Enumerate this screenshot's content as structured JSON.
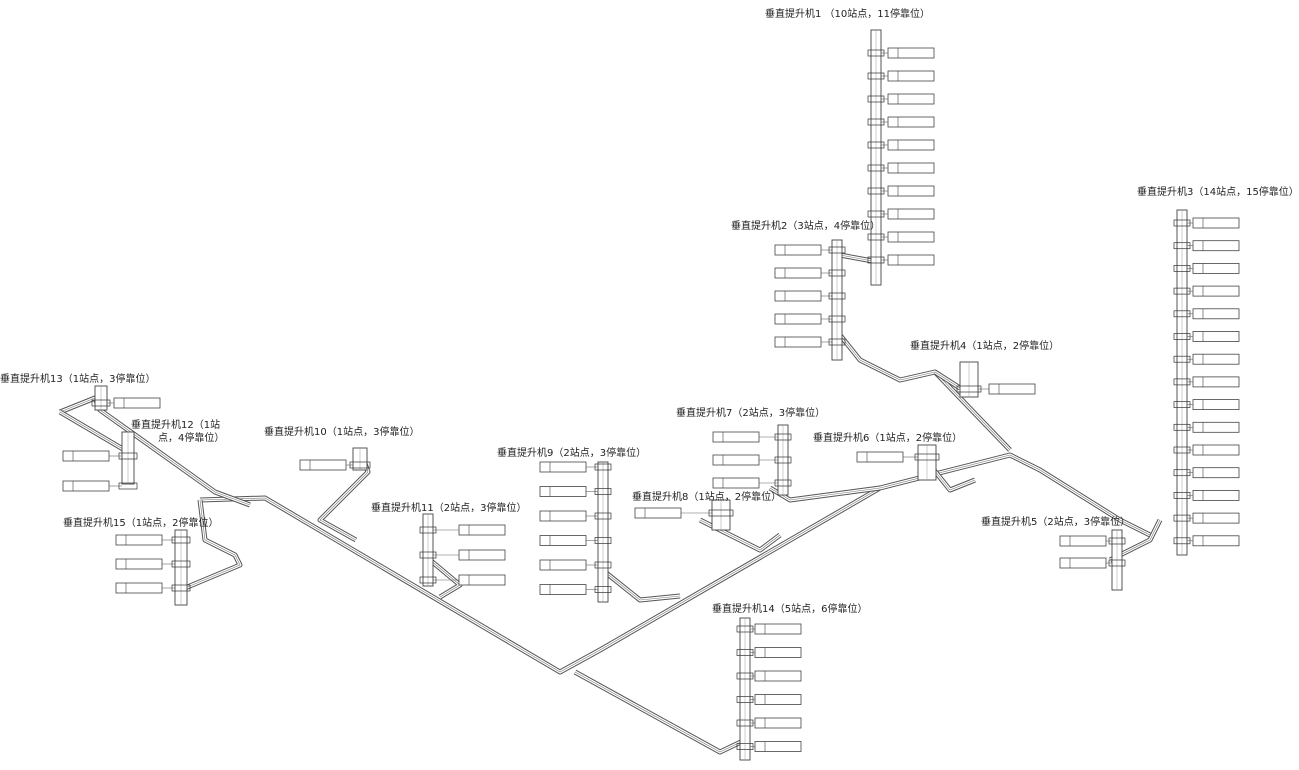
{
  "lifts": [
    {
      "id": "lift-1",
      "label": "垂直提升机1 （10站点，11停靠位）",
      "stops": 10
    },
    {
      "id": "lift-2",
      "label": "垂直提升机2（3站点，4停靠位）",
      "stops": 5
    },
    {
      "id": "lift-3",
      "label": "垂直提升机3（14站点，15停靠位）",
      "stops": 15
    },
    {
      "id": "lift-4",
      "label": "垂直提升机4（1站点，2停靠位）",
      "stops": 1
    },
    {
      "id": "lift-5",
      "label": "垂直提升机5（2站点，3停靠位）",
      "stops": 2
    },
    {
      "id": "lift-6",
      "label": "垂直提升机6（1站点，2停靠位）",
      "stops": 1
    },
    {
      "id": "lift-7",
      "label": "垂直提升机7（2站点，3停靠位）",
      "stops": 3
    },
    {
      "id": "lift-8",
      "label": "垂直提升机8（1站点，2停靠位）",
      "stops": 1
    },
    {
      "id": "lift-9",
      "label": "垂直提升机9（2站点，3停靠位）",
      "stops": 6
    },
    {
      "id": "lift-10",
      "label": "垂直提升机10（1站点，3停靠位）",
      "stops": 1
    },
    {
      "id": "lift-11",
      "label": "垂直提升机11（2站点，3停靠位）",
      "stops": 3
    },
    {
      "id": "lift-12",
      "label": "垂直提升机12（1站",
      "label2": "点，4停靠位）",
      "stops": 2
    },
    {
      "id": "lift-13",
      "label": "垂直提升机13（1站点，3停靠位）",
      "stops": 1
    },
    {
      "id": "lift-14",
      "label": "垂直提升机14（5站点，6停靠位）",
      "stops": 6
    },
    {
      "id": "lift-15",
      "label": "垂直提升机15（1站点，2停靠位）",
      "stops": 3
    }
  ]
}
